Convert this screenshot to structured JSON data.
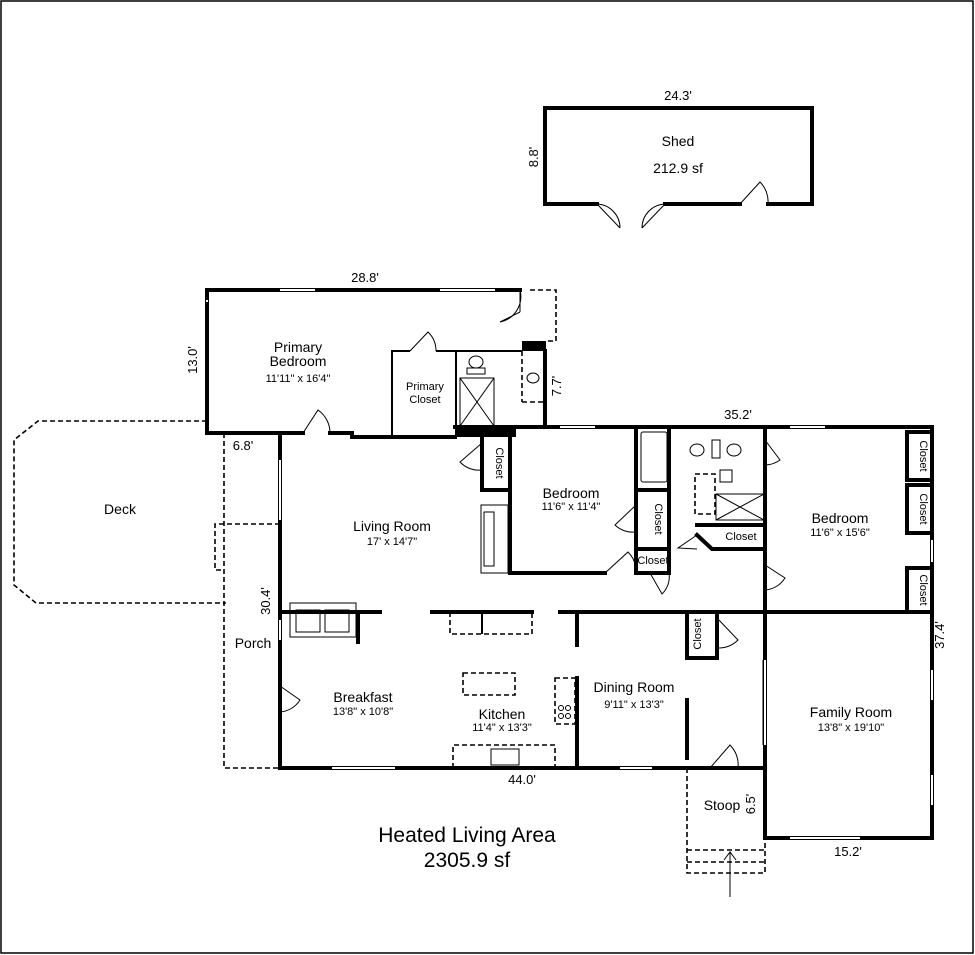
{
  "shed": {
    "width": "24.3'",
    "depth": "8.8'",
    "name": "Shed",
    "area": "212.9 sf"
  },
  "primary_bedroom": {
    "width": "28.8'",
    "depth": "13.0'",
    "name_line1": "Primary",
    "name_line2": "Bedroom",
    "size": "11'11\" x 16'4\""
  },
  "primary_closet": {
    "line1": "Primary",
    "line2": "Closet"
  },
  "bath_depth": "7.7'",
  "deck": {
    "name": "Deck",
    "width": "6.8'"
  },
  "porch": {
    "name": "Porch",
    "length": "30.4'"
  },
  "living_room": {
    "name": "Living Room",
    "size": "17' x 14'7\""
  },
  "bedroom_middle": {
    "name": "Bedroom",
    "size": "11'6\" x 11'4\""
  },
  "bedroom_right": {
    "name": "Bedroom",
    "size": "11'6\" x 15'6\""
  },
  "right_width": "35.2'",
  "right_depth": "37.4'",
  "closet_label": "Closet",
  "breakfast": {
    "name": "Breakfast",
    "size": "13'8\" x 10'8\""
  },
  "kitchen": {
    "name": "Kitchen",
    "size": "11'4\" x 13'3\""
  },
  "dining_room": {
    "name": "Dining Room",
    "size": "9'11\" x 13'3\""
  },
  "family_room": {
    "name": "Family Room",
    "size": "13'8\" x 19'10\"",
    "width": "15.2'"
  },
  "stoop": {
    "name": "Stoop",
    "depth": "6.5'"
  },
  "bottom_width": "44.0'",
  "heated": {
    "line1": "Heated Living Area",
    "line2": "2305.9 sf"
  }
}
